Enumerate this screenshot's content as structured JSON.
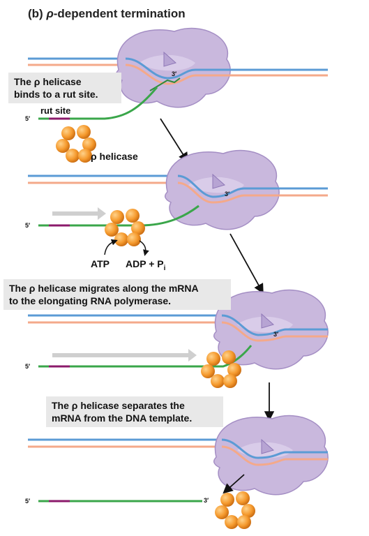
{
  "title": {
    "prefix": "(b)",
    "rho": "ρ",
    "rest": "-dependent termination"
  },
  "notes": {
    "step1_line1": "The ρ helicase",
    "step1_line2": "binds to a rut site.",
    "step2_line1": "The ρ helicase migrates along the mRNA",
    "step2_line2": "to the elongating RNA polymerase.",
    "step3_line1": "The ρ helicase separates the",
    "step3_line2": "mRNA from the DNA template."
  },
  "labels": {
    "rut_site": "rut site",
    "rho_helicase": "ρ helicase",
    "atp": "ATP",
    "adp": "ADP + P",
    "adp_sub": "i",
    "five_prime": "5′",
    "three_prime": "3′"
  },
  "colors": {
    "dna_top": "#5b9bd5",
    "dna_bottom": "#f4a98a",
    "mrna": "#3aa64a",
    "rut": "#8b1a6b",
    "polymerase": "#c9b8dd",
    "helicase": "#f59a2e",
    "note_bg": "#e8e8e8"
  }
}
